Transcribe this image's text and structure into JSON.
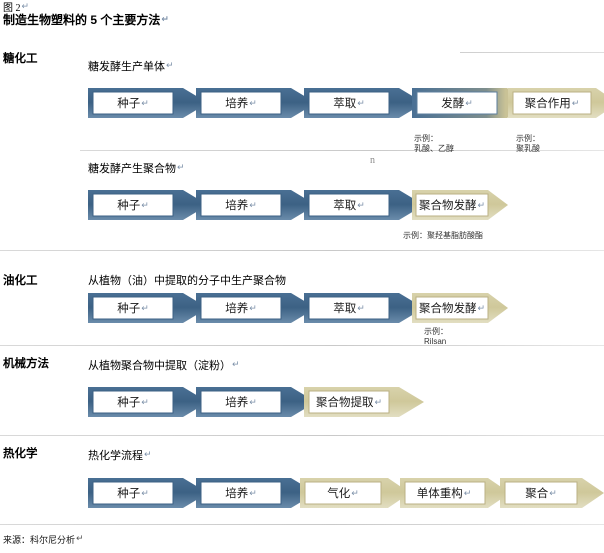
{
  "figure": {
    "number": "图 2",
    "title": "制造生物塑料的 5 个主要方法",
    "source": "来源：科尔尼分析"
  },
  "colors": {
    "blue_dark": "#3c6184",
    "blue_mid": "#5b82a6",
    "blue_light": "#8fa9c2",
    "khaki_dark": "#bbb184",
    "khaki_mid": "#cfc89a",
    "khaki_light": "#e6e2c6",
    "divider": "#d4d4d4"
  },
  "marks": {
    "paragraph_mark": "↵",
    "n_mark": "n"
  },
  "sections": [
    {
      "id": "sugar-chemistry",
      "label": "糖化工",
      "rows": [
        {
          "id": "sugar-monomer",
          "caption": "糖发酵生产单体",
          "steps": [
            {
              "label": "种子",
              "style": "blue"
            },
            {
              "label": "培养",
              "style": "blue"
            },
            {
              "label": "萃取",
              "style": "blue"
            },
            {
              "label": "发酵",
              "style": "blue-to-khaki",
              "note": "示例：\n乳酸、乙醇"
            },
            {
              "label": "聚合作用",
              "style": "khaki",
              "note": "示例：\n聚乳酸"
            }
          ]
        },
        {
          "id": "sugar-polymer",
          "caption": "糖发酵产生聚合物",
          "steps": [
            {
              "label": "种子",
              "style": "blue"
            },
            {
              "label": "培养",
              "style": "blue"
            },
            {
              "label": "萃取",
              "style": "blue"
            },
            {
              "label": "聚合物发酵",
              "style": "khaki",
              "note": "示例：聚羟基脂肪酸酯"
            }
          ]
        }
      ]
    },
    {
      "id": "oil-chemistry",
      "label": "油化工",
      "rows": [
        {
          "id": "oil-polymer",
          "caption": "从植物（油）中提取的分子中生产聚合物",
          "steps": [
            {
              "label": "种子",
              "style": "blue"
            },
            {
              "label": "培养",
              "style": "blue"
            },
            {
              "label": "萃取",
              "style": "blue"
            },
            {
              "label": "聚合物发酵",
              "style": "khaki",
              "note": "示例：\nRilsan"
            }
          ]
        }
      ]
    },
    {
      "id": "mechanical-method",
      "label": "机械方法",
      "rows": [
        {
          "id": "mechanical-extract",
          "caption": "从植物聚合物中提取（淀粉）",
          "steps": [
            {
              "label": "种子",
              "style": "blue"
            },
            {
              "label": "培养",
              "style": "blue"
            },
            {
              "label": "聚合物提取",
              "style": "khaki"
            }
          ]
        }
      ]
    },
    {
      "id": "thermochemistry",
      "label": "热化学",
      "rows": [
        {
          "id": "thermochemical-flow",
          "caption": "热化学流程",
          "steps": [
            {
              "label": "种子",
              "style": "blue"
            },
            {
              "label": "培养",
              "style": "blue"
            },
            {
              "label": "气化",
              "style": "khaki"
            },
            {
              "label": "单体重构",
              "style": "khaki"
            },
            {
              "label": "聚合",
              "style": "khaki"
            }
          ]
        }
      ]
    }
  ]
}
